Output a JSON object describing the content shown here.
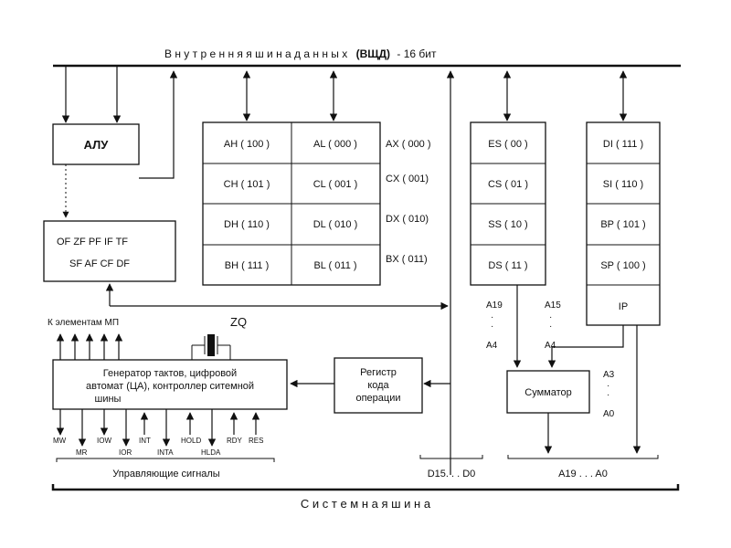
{
  "internal_bus": {
    "prefix": "В н у т р е н н я я     ш и н а     д а н н ы х",
    "abbr": "(ВЩД)",
    "suffix": "- 16 бит"
  },
  "alu": {
    "label": "АЛУ"
  },
  "flags": {
    "row1": "OF  ZF  PF  IF  TF",
    "row2": "SF  AF  CF  DF"
  },
  "registers": {
    "ah": "AH ( 100 )",
    "al": "AL ( 000 )",
    "ax": "AX ( 000 )",
    "ch": "CH ( 101 )",
    "cl": "CL ( 001 )",
    "cx": "CX ( 001)",
    "dh": "DH ( 110 )",
    "dl": "DL ( 010 )",
    "dx": "DX ( 010)",
    "bh": "BH ( 111 )",
    "bl": "BL ( 011 )",
    "bx": "BX ( 011)"
  },
  "segments": {
    "es": "ES ( 00 )",
    "cs": "CS ( 01 )",
    "ss": "SS ( 10 )",
    "ds": "DS ( 11 )"
  },
  "pointers": {
    "di": "DI ( 111 )",
    "si": "SI ( 110 )",
    "bp": "BP ( 101 )",
    "sp": "SP ( 100 )",
    "ip": "IP"
  },
  "generator": {
    "line1": "Генератор  тактов, цифровой",
    "line2": "автомат (ЦА), контроллер  ситемной",
    "line3": "шины",
    "mp_label": "К элементам  МП",
    "zq": "ZQ"
  },
  "opcode_register": {
    "line1": "Регистр",
    "line2": "кода",
    "line3": "операции"
  },
  "adder": {
    "label": "Сумматор"
  },
  "address_labels": {
    "a19": "A19",
    "a4_left": "A4",
    "a15": "A15",
    "a4_right": "A4",
    "a3": "A3",
    "a0": "A0",
    "dots": "·"
  },
  "signals": {
    "mw": "MW",
    "mr": "MR",
    "iow": "IOW",
    "ior": "IOR",
    "int": "INT",
    "inta": "INTA",
    "hold": "HOLD",
    "hlda": "HLDA",
    "rdy": "RDY",
    "res": "RES",
    "group_label": "Управляющие сигналы"
  },
  "data_range": "D15. . .  D0",
  "address_range": "A19 . . .  A0",
  "system_bus": "С и с т е м н а я          ш и н а"
}
